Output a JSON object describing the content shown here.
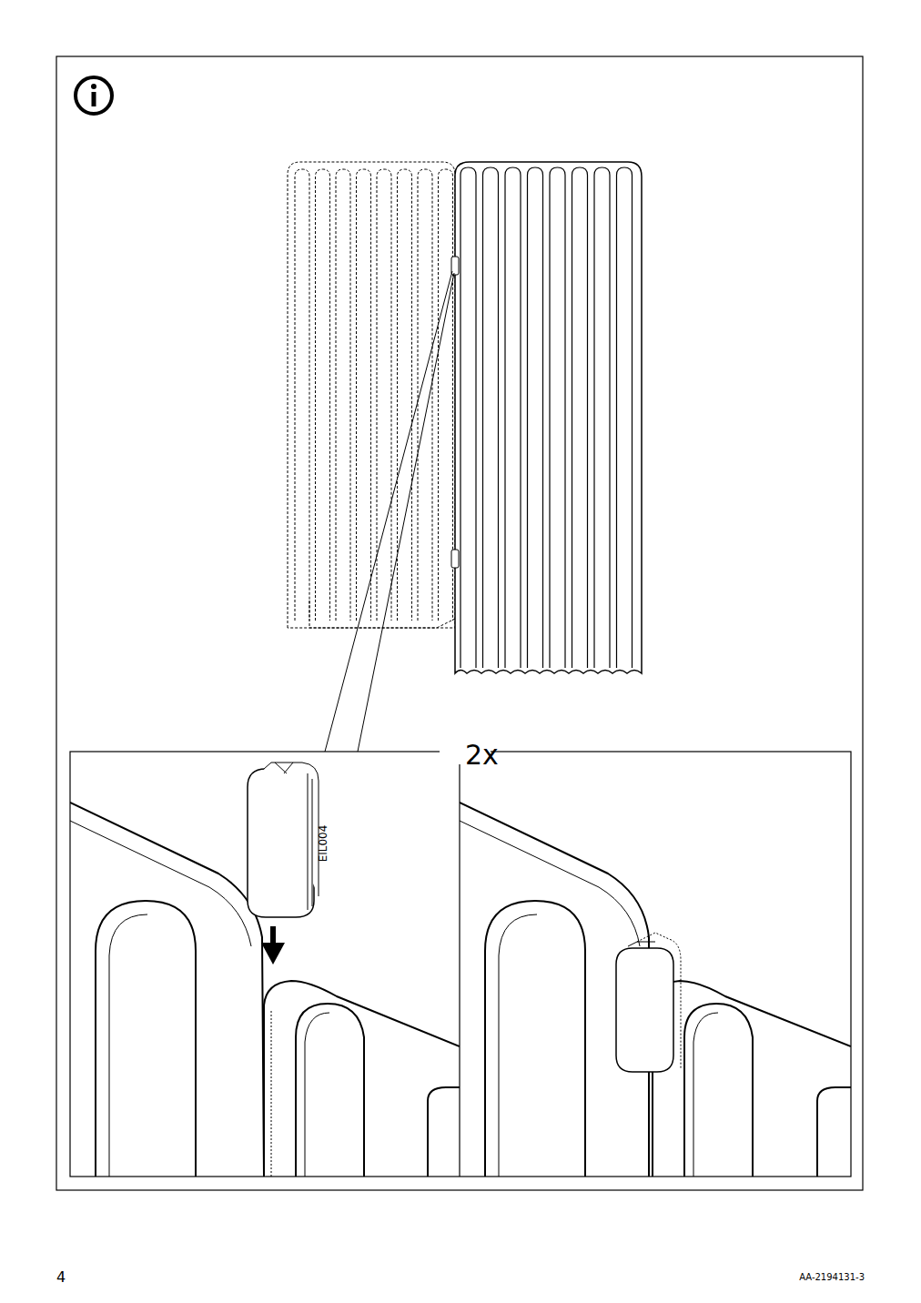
{
  "diagram": {
    "labels": [
      "2x",
      "EIL004",
      "4",
      "AA-2194131-3"
    ]
  }
}
